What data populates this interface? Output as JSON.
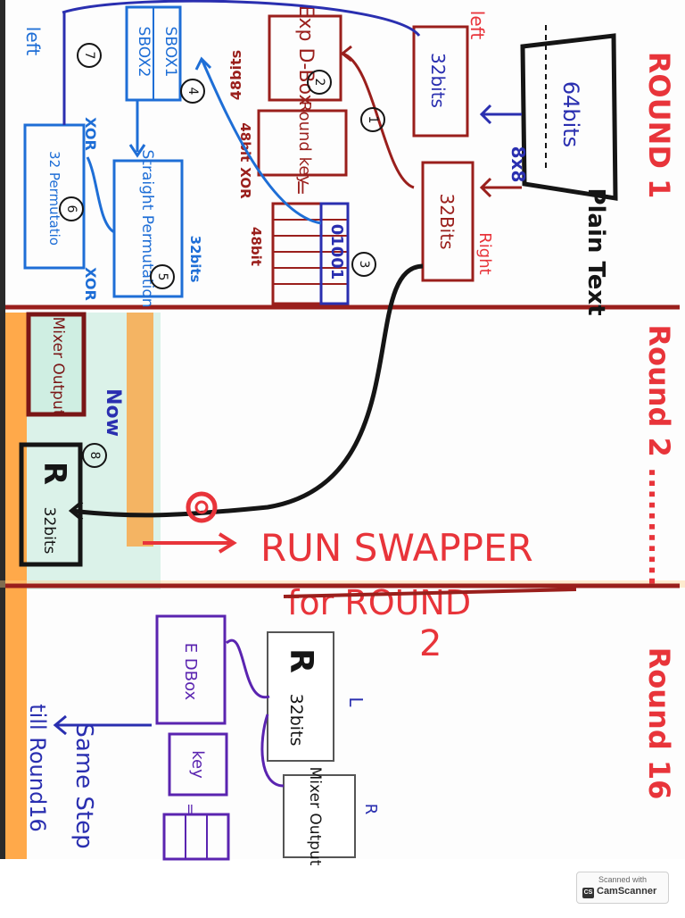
{
  "rounds": {
    "round1": "ROUND 1",
    "round2": "Round 2 ...........",
    "round16": "Round 16"
  },
  "plaintext": {
    "box": "64bits",
    "label": "Plain Text",
    "split": "8x8"
  },
  "left_half": {
    "label": "left",
    "box": "32bits"
  },
  "right_half": {
    "label": "Right",
    "box": "32Bits"
  },
  "step_markers": [
    "1",
    "2",
    "3",
    "4",
    "5",
    "6",
    "7",
    "8"
  ],
  "expansion": {
    "box": "Exp D-Box",
    "out_bits": "48bits"
  },
  "round_key": {
    "box": "Round key",
    "equals": "=",
    "bits": "48bit",
    "xor": "XOR"
  },
  "mixed": {
    "bits": "48bit",
    "value": "01001"
  },
  "sboxes": {
    "first": "SBOX1",
    "second": "SBOX2"
  },
  "straight_perm": {
    "box": "Straight Permutation",
    "bits": "32bits"
  },
  "xor_labels": {
    "a": "XOR",
    "b": "XOR"
  },
  "final_perm": {
    "box": "32 Permutatio"
  },
  "left_bottom": {
    "label": "left"
  },
  "round2": {
    "mixer": "Mixer Output",
    "now": "Now",
    "r_letter": "R",
    "r_bits": "32bits",
    "run_swapper": "RUN SWAPPER",
    "for_round": "for ROUND",
    "two": "2"
  },
  "round16": {
    "r_letter": "R",
    "r_bits": "32bits",
    "small_l": "L",
    "small_r": "R",
    "mixer": "Mixer Output",
    "edbox": "E DBox",
    "key": "key",
    "equals": "=",
    "same_step": "Same Step",
    "till": "till Round16"
  },
  "footer": {
    "scanned_with": "Scanned with",
    "app": "CamScanner"
  },
  "colors": {
    "red": "#e8343a",
    "maroon": "#9a1f1c",
    "blue": "#1e6ed6",
    "navy": "#2a2fb0",
    "purple": "#5a24b0",
    "black": "#151515",
    "orange": "#ff9a2a",
    "mint": "#cfeee2"
  }
}
